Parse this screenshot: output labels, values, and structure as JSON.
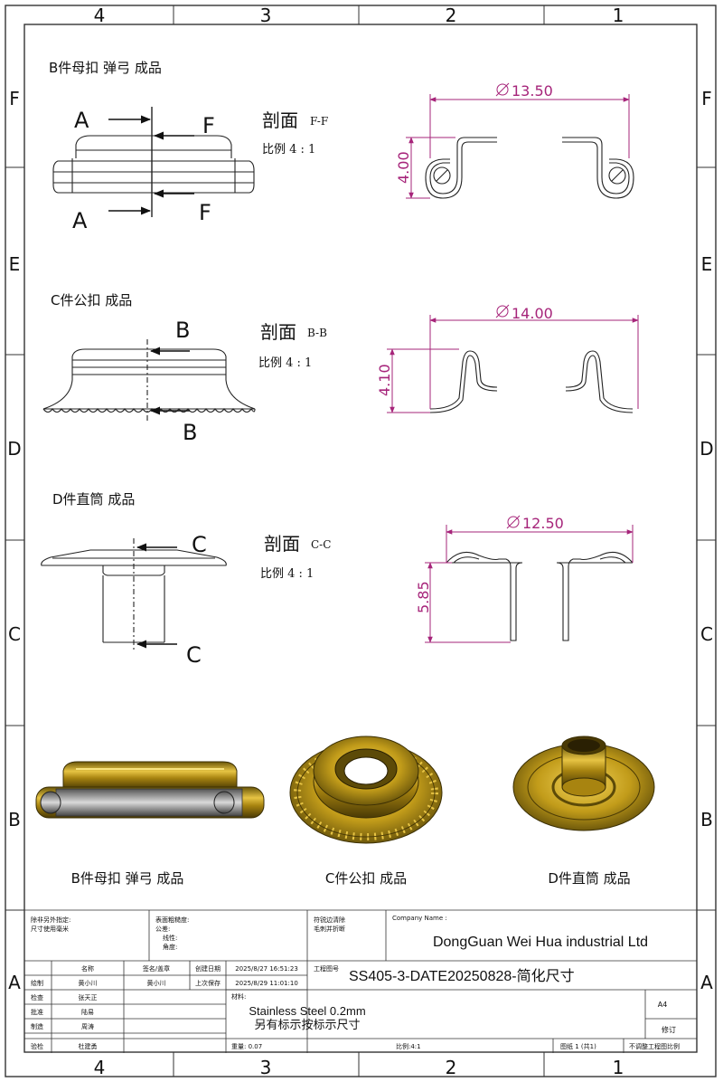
{
  "zones": {
    "columns": [
      "4",
      "3",
      "2",
      "1"
    ],
    "rows": [
      "F",
      "E",
      "D",
      "C",
      "B",
      "A"
    ]
  },
  "part_b": {
    "title": "B件母扣 弹弓 成品",
    "section_big": "剖面",
    "section_id": "F-F",
    "scale": "比例 4 : 1",
    "cut_left_1": "A",
    "cut_left_2": "A",
    "cut_right_1": "F",
    "cut_right_2": "F",
    "dim_diameter": "13.50",
    "dim_height": "4.00"
  },
  "part_c": {
    "title": "C件公扣 成品",
    "section_big": "剖面",
    "section_id": "B-B",
    "scale": "比例 4 : 1",
    "cut_1": "B",
    "cut_2": "B",
    "dim_diameter": "14.00",
    "dim_height": "4.10"
  },
  "part_d": {
    "title": "D件直筒 成品",
    "section_big": "剖面",
    "section_id": "C-C",
    "scale": "比例 4 : 1",
    "cut_1": "C",
    "cut_2": "C",
    "dim_diameter": "12.50",
    "dim_height": "5.85"
  },
  "captions": {
    "b": "B件母扣 弹弓 成品",
    "c": "C件公扣 成品",
    "d": "D件直筒 成品"
  },
  "colors": {
    "dimension": "#a6247a",
    "brass_dark": "#5c4a08",
    "brass": "#b8920e",
    "brass_light": "#f2d35a"
  },
  "title_block": {
    "note_1": "除非另外指定:",
    "note_2": "尺寸使用毫米",
    "finish_1": "表面粗糙度:",
    "finish_2": "公差:",
    "finish_3": "线性:",
    "finish_4": "角度:",
    "deburr_1": "符锐边清除",
    "deburr_2": "毛刺并折断",
    "company_label": "Company Name :",
    "company": "DongGuan Wei Hua industrial Ltd",
    "col_name": "名称",
    "col_sign": "签名/盖章",
    "create_label": "创建日期",
    "create_date": "2025/8/27 16:51:23",
    "drawing_no_label": "工程图号",
    "drawing_no": "SS405-3-DATE20250828-简化尺寸",
    "role_draw": "绘制",
    "role_draw_name": "黄小川",
    "role_draw_sign": "黄小川",
    "save_label": "上次保存",
    "save_date": "2025/8/29 11:01:10",
    "role_check": "检查",
    "role_check_name": "张天正",
    "material_label": "材料:",
    "material_1": "Stainless Steel 0.2mm",
    "material_2": "另有标示按标示尺寸",
    "size": "A4",
    "role_approve": "批准",
    "role_approve_name": "陆易",
    "role_make": "制造",
    "role_make_name": "周涛",
    "revision": "修订",
    "role_verify": "验检",
    "role_verify_name": "杜建勇",
    "weight": "重量: 0.07",
    "scale": "比例:4:1",
    "sheet": "图纸 1 (共1)",
    "no_scale": "不调整工程图比例"
  }
}
